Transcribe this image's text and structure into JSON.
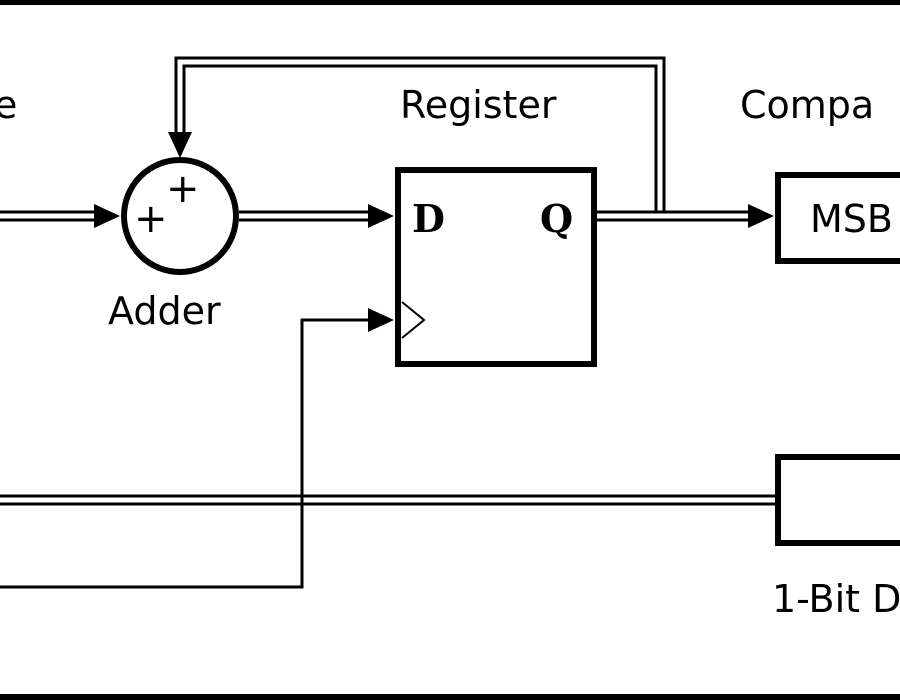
{
  "labels": {
    "input_partial": "e",
    "adder": "Adder",
    "adder_sign_top": "+",
    "adder_sign_left": "+",
    "register": "Register",
    "register_d": "D",
    "register_q": "Q",
    "comparator_partial": "Compa",
    "msb_partial": "MSB",
    "one_bit_partial": "1-Bit D"
  },
  "colors": {
    "line": "#000000",
    "background": "#ffffff"
  }
}
